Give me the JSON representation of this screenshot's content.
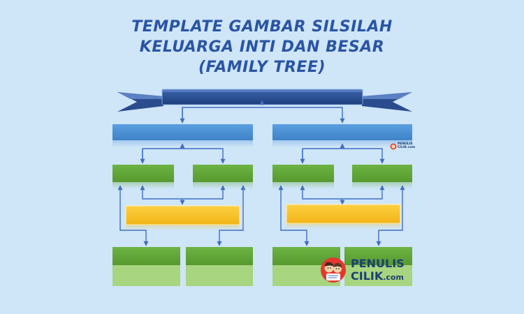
{
  "title": {
    "line1": "TEMPLATE GAMBAR SILSILAH",
    "line2": "KELUARGA INTI DAN BESAR",
    "line3": "(FAMILY TREE)"
  },
  "colors": {
    "background": "#cfe5f8",
    "title": "#2a55a4",
    "ribbon": "#2b4f92",
    "blue_box": "#4f93d6",
    "green_box": "#62a83a",
    "light_green_box": "#a8d57f",
    "yellow_box": "#f7c125",
    "connector": "#3f6fc2"
  },
  "watermark": {
    "name_line1": "PENULIS",
    "name_line2": "CILIK",
    "suffix": ".com",
    "mini_line1": "PENULIS",
    "mini_line2": "CILIK.com"
  }
}
